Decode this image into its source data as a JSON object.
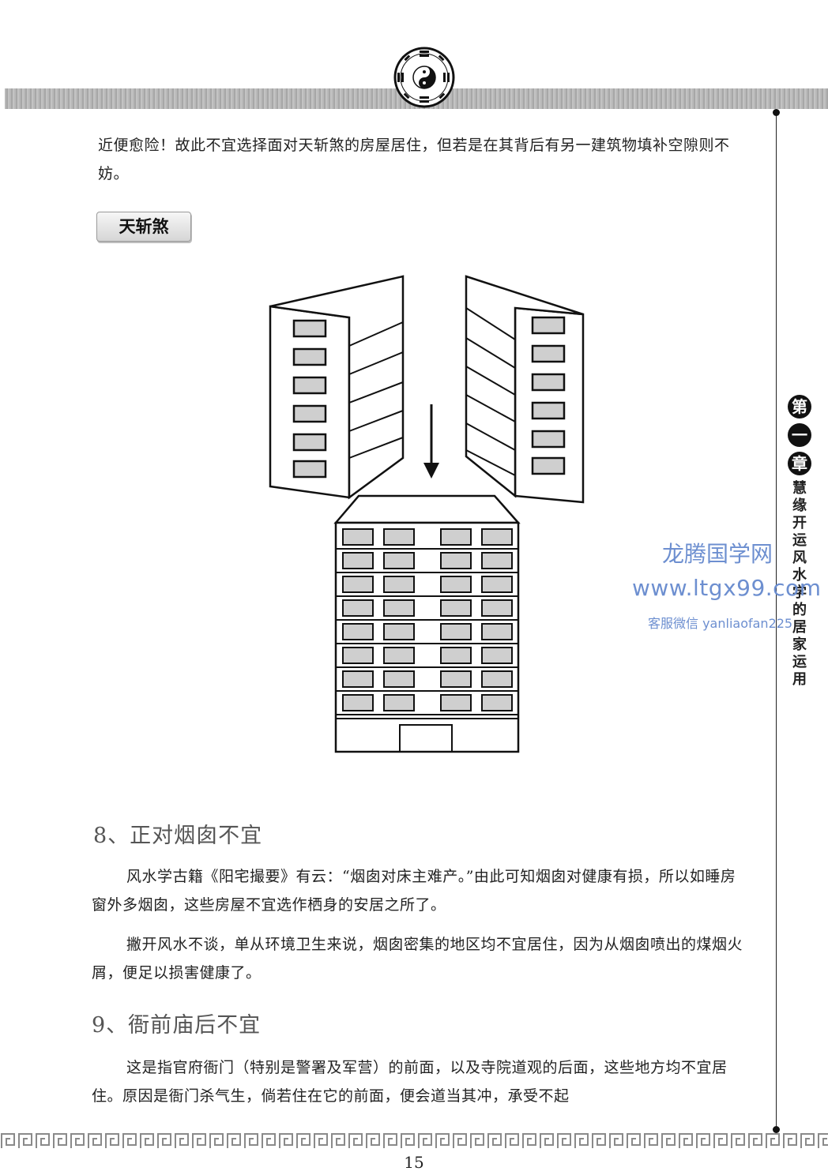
{
  "paragraph_1": "近便愈险！故此不宜选择面对天斩煞的房屋居住，但若是在其背后有另一建筑物填补空隙则不妨。",
  "figure_label": "天斩煞",
  "section_8": {
    "heading": "8、正对烟囱不宜",
    "paragraphs": [
      "风水学古籍《阳宅撮要》有云：“烟囱对床主难产。”由此可知烟囱对健康有损，所以如睡房窗外多烟囱，这些房屋不宜选作栖身的安居之所了。",
      "撇开风水不谈，单从环境卫生来说，烟囱密集的地区均不宜居住，因为从烟囱喷出的煤烟火屑，便足以损害健康了。"
    ]
  },
  "section_9": {
    "heading": "9、衙前庙后不宜",
    "paragraph": "这是指官府衙门（特别是警署及军营）的前面，以及寺院道观的后面，这些地方均不宜居住。原因是衙门杀气生，倘若住在它的前面，便会道当其冲，承受不起"
  },
  "chapter_tab": {
    "chars": [
      "第",
      "一",
      "章"
    ],
    "subtitle": "慧缘开运风水学的居家运用"
  },
  "watermark": {
    "line1": "龙腾国学网",
    "line2": "www.ltgx99.com",
    "line3": "客服微信 yanliaofan225"
  },
  "page_number": "15"
}
